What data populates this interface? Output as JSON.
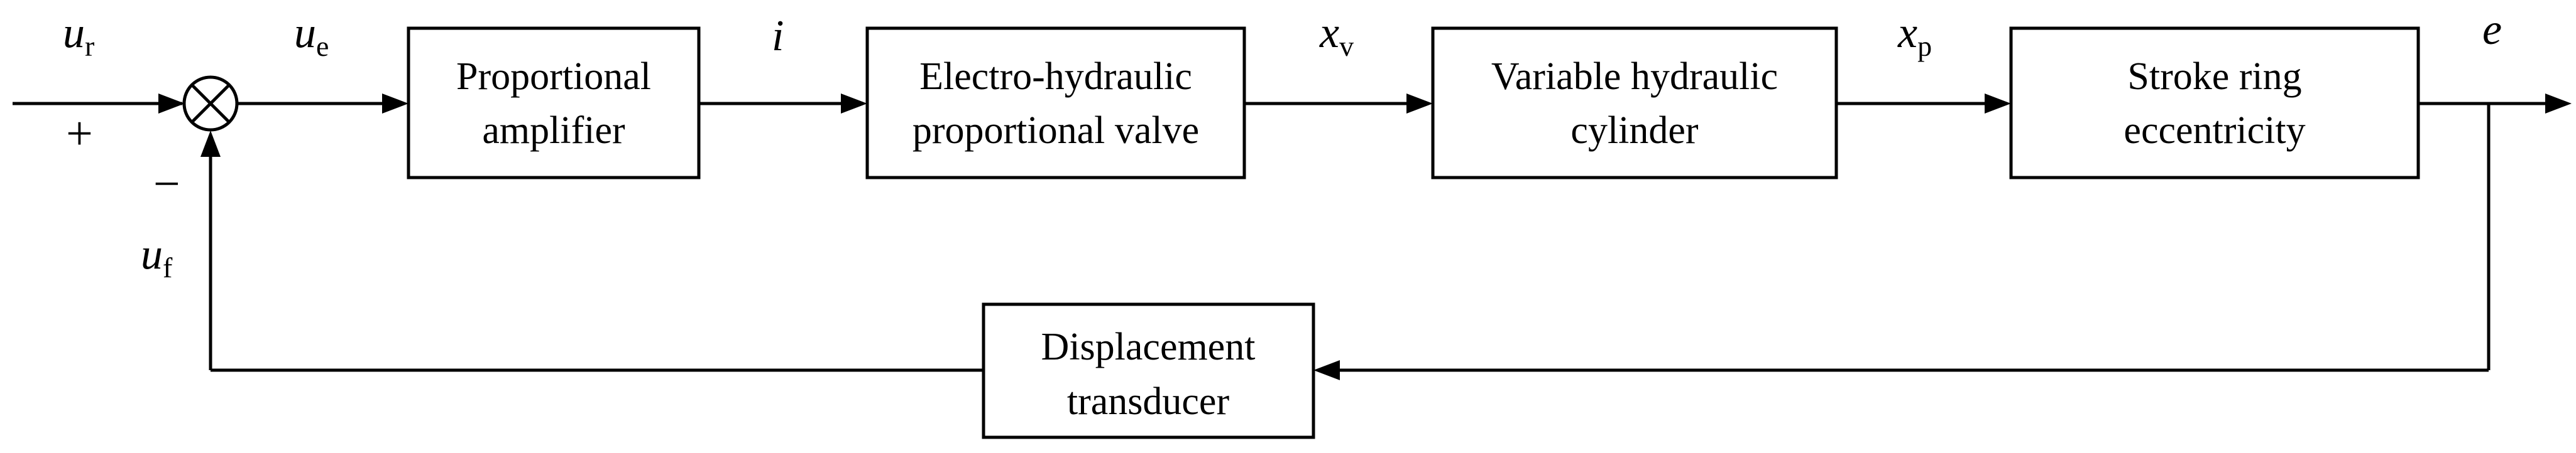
{
  "blocks": {
    "amplifier": {
      "line1": "Proportional",
      "line2": "amplifier"
    },
    "valve": {
      "line1": "Electro-hydraulic",
      "line2": "proportional valve"
    },
    "cylinder": {
      "line1": "Variable hydraulic",
      "line2": "cylinder"
    },
    "eccentricity": {
      "line1": "Stroke ring",
      "line2": "eccentricity"
    },
    "transducer": {
      "line1": "Displacement",
      "line2": "transducer"
    }
  },
  "signals": {
    "ur": {
      "base": "u",
      "sub": "r"
    },
    "ue": {
      "base": "u",
      "sub": "e"
    },
    "i": {
      "base": "i"
    },
    "xv": {
      "base": "x",
      "sub": "v"
    },
    "xp": {
      "base": "x",
      "sub": "p"
    },
    "e": {
      "base": "e"
    },
    "uf": {
      "base": "u",
      "sub": "f"
    }
  },
  "summing_junction": {
    "plus_sign": "+",
    "minus_sign": "−"
  },
  "colors": {
    "stroke": "#000000",
    "background": "#ffffff"
  }
}
